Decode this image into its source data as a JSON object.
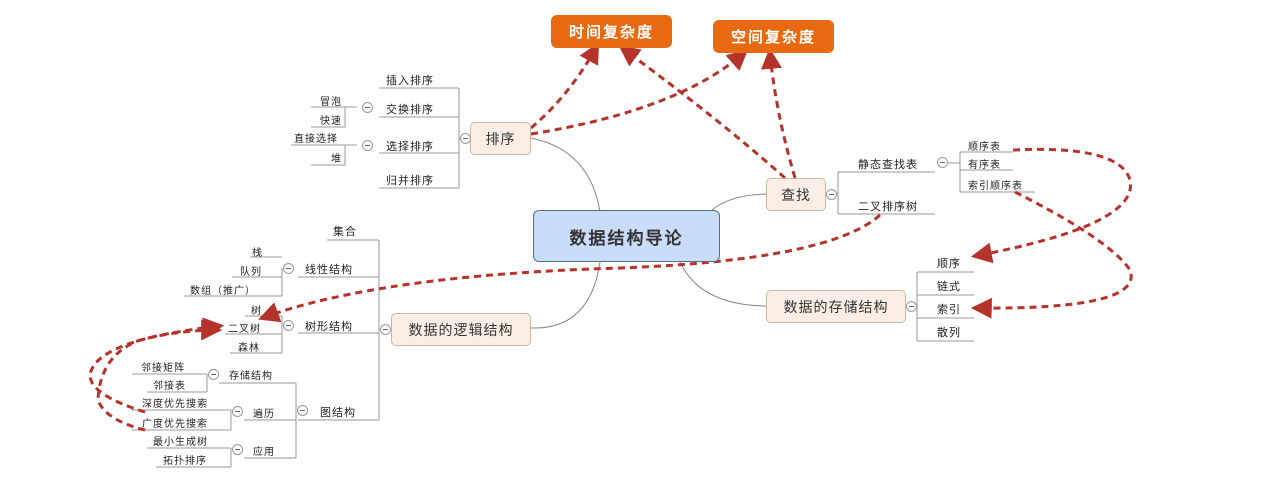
{
  "root": "数据结构导论",
  "time_complexity": "时间复杂度",
  "space_complexity": "空间复杂度",
  "sorting": {
    "label": "排序",
    "insertion": "插入排序",
    "exchange": "交换排序",
    "bubble": "冒泡",
    "quick": "快速",
    "selection": "选择排序",
    "direct_selection": "直接选择",
    "heap": "堆",
    "merge": "归并排序"
  },
  "search": {
    "label": "查找",
    "static_table": "静态查找表",
    "sequential_table": "顺序表",
    "ordered_table": "有序表",
    "indexed_sequential_table": "索引顺序表",
    "bst": "二叉排序树"
  },
  "storage": {
    "label": "数据的存储结构",
    "sequential": "顺序",
    "linked": "链式",
    "indexed": "索引",
    "hashed": "散列"
  },
  "logical": {
    "label": "数据的逻辑结构",
    "set": "集合",
    "linear": "线性结构",
    "stack": "栈",
    "queue": "队列",
    "array": "数组（推广）",
    "tree": "树形结构",
    "tree_item": "树",
    "binary_tree": "二叉树",
    "forest": "森林",
    "graph": "图结构",
    "graph_storage": "存储结构",
    "adj_matrix": "邻接矩阵",
    "adj_list": "邻接表",
    "traversal": "遍历",
    "dfs": "深度优先搜索",
    "bfs": "广度优先搜索",
    "application": "应用",
    "mst": "最小生成树",
    "topo_sort": "拓扑排序"
  }
}
